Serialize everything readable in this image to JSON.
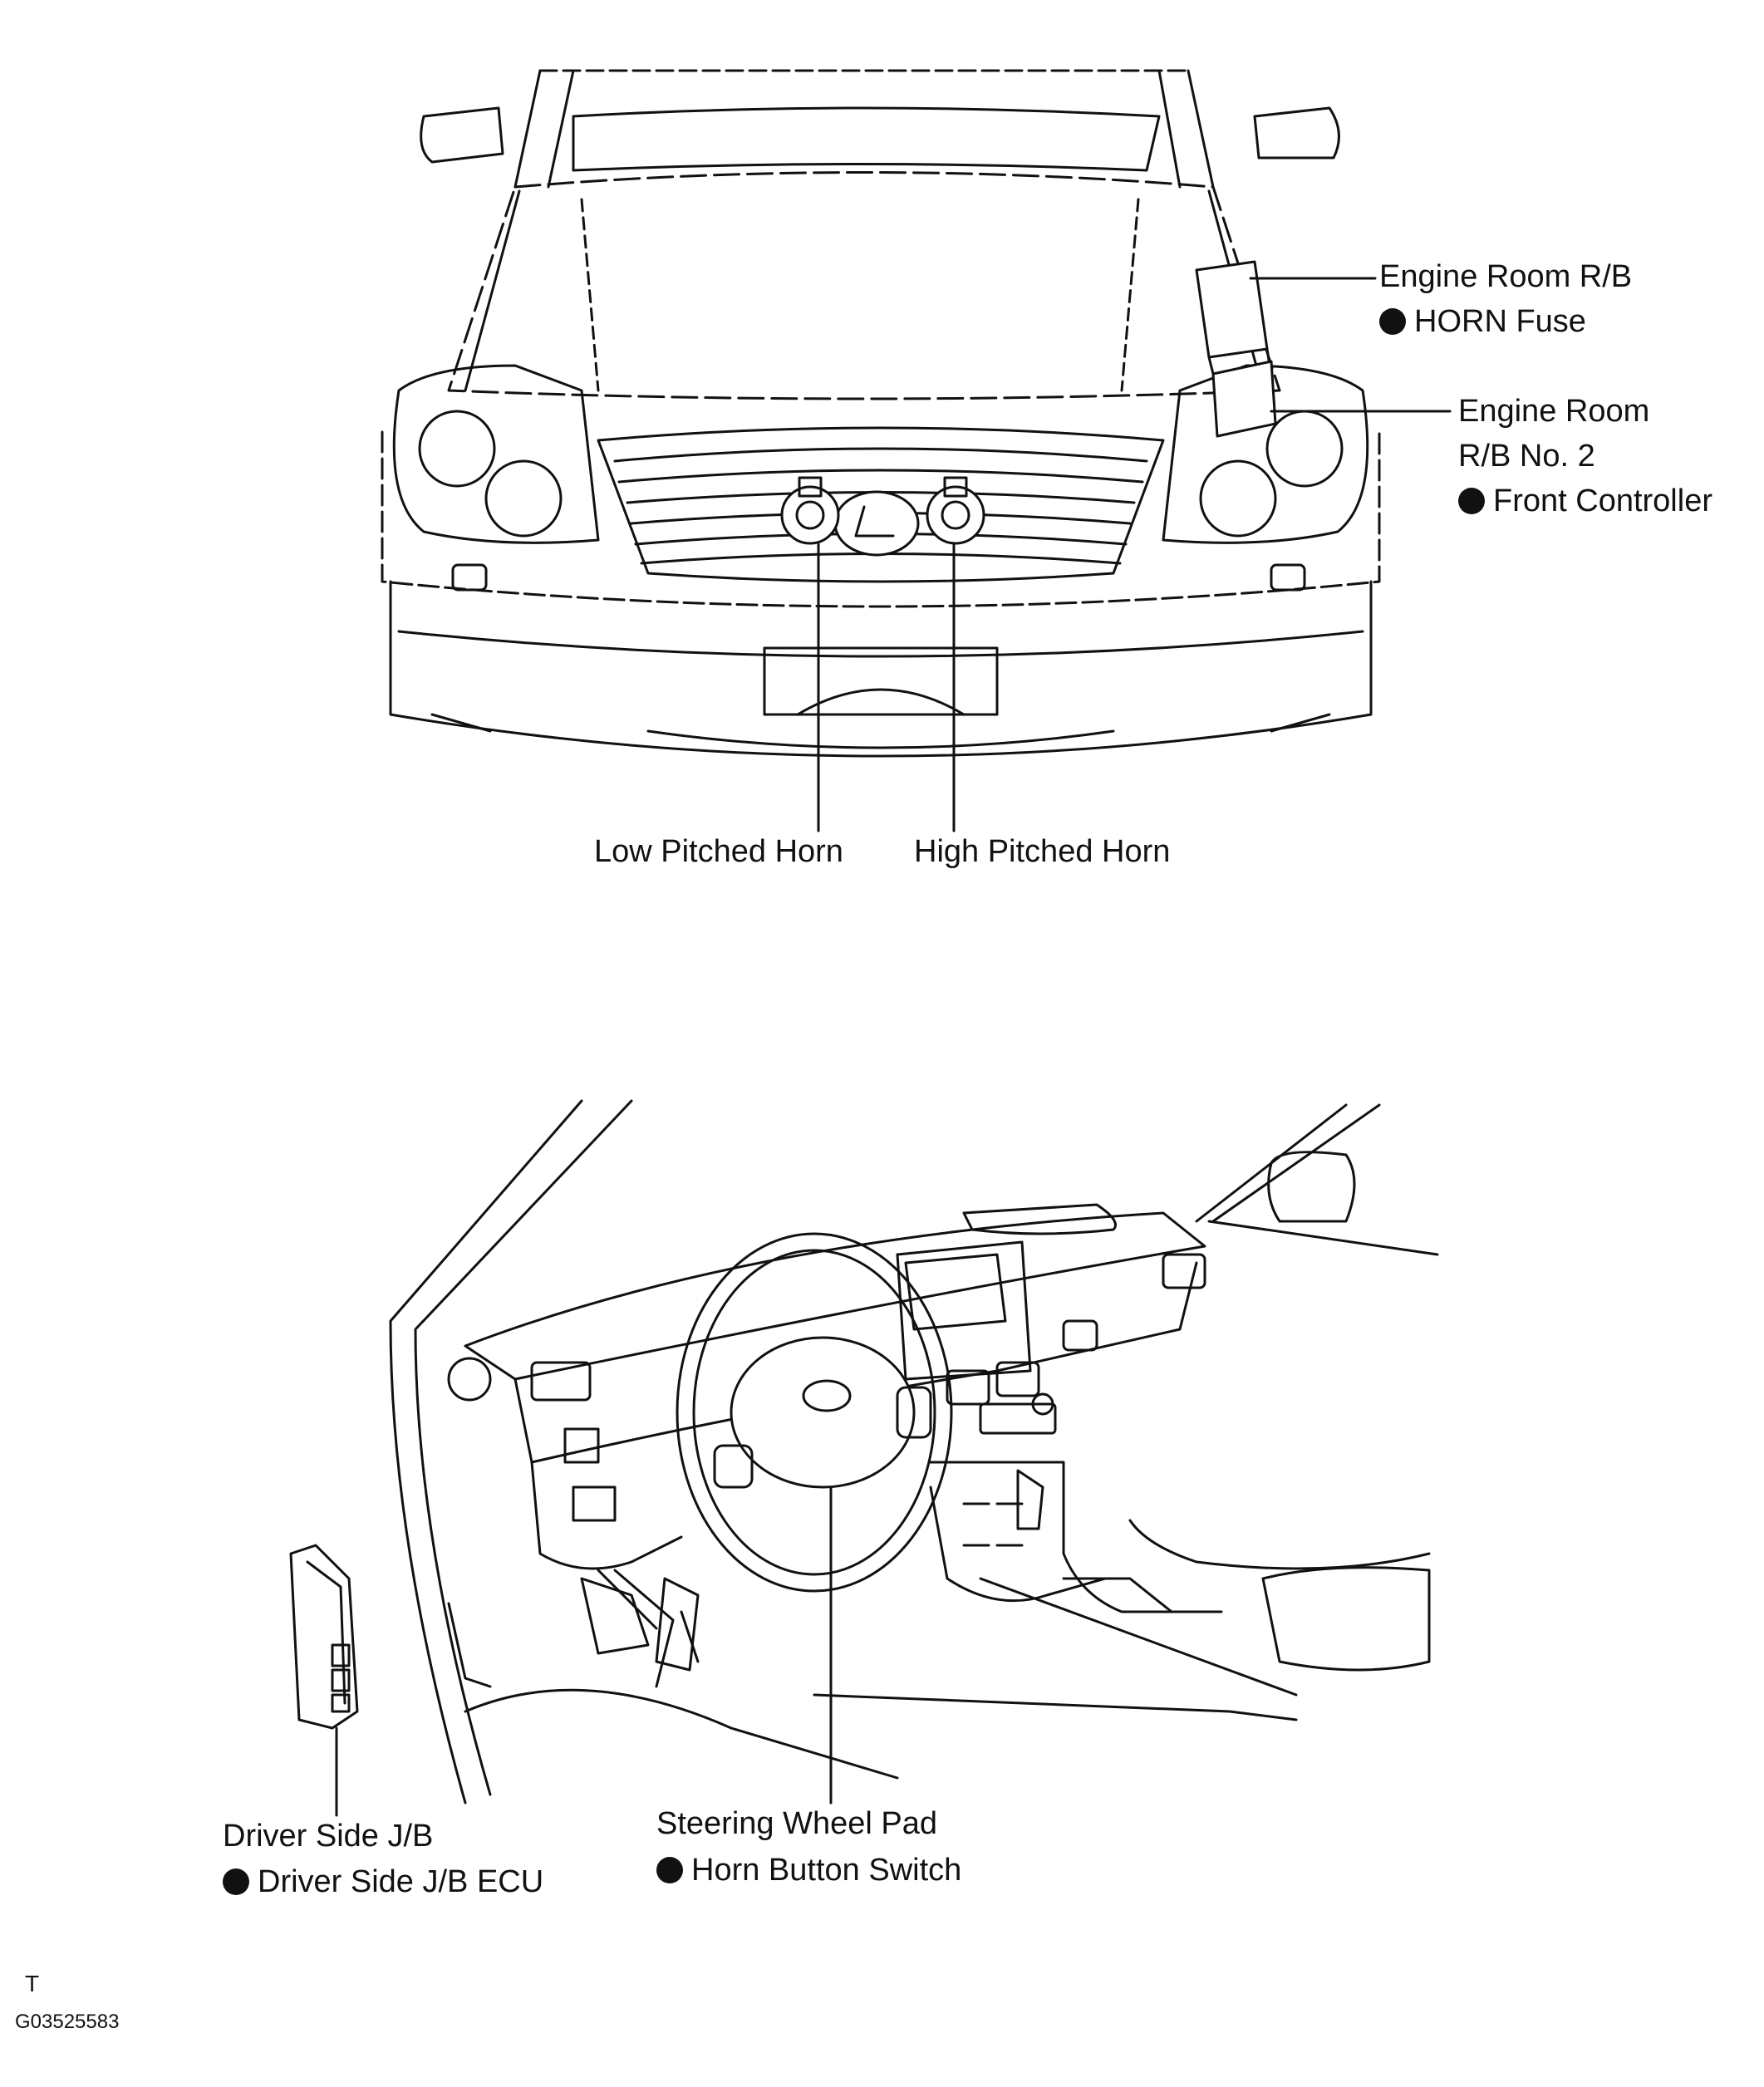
{
  "labels": {
    "engine_room_rb": "Engine Room R/B",
    "horn_fuse": "HORN Fuse",
    "engine_room_rb2_line1": "Engine Room",
    "engine_room_rb2_line2": "R/B No. 2",
    "front_controller": "Front Controller",
    "low_pitched_horn": "Low Pitched Horn",
    "high_pitched_horn": "High Pitched Horn",
    "driver_side_jb": "Driver Side J/B",
    "driver_side_jb_ecu": "Driver Side J/B ECU",
    "steering_wheel_pad": "Steering Wheel Pad",
    "horn_button_switch": "Horn Button Switch"
  },
  "footer": {
    "code_letter": "T",
    "figure_id": "G03525583"
  },
  "colors": {
    "line": "#111111",
    "background": "#ffffff"
  }
}
